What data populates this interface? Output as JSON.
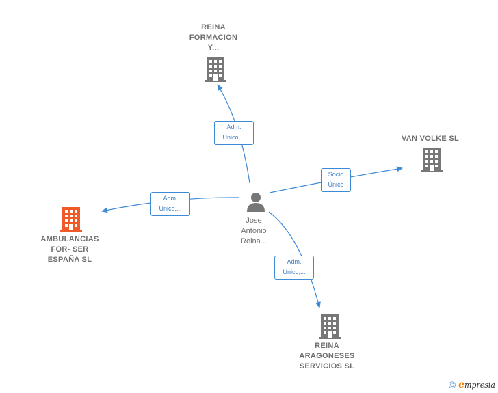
{
  "colors": {
    "edge": "#3d8ad6",
    "building_grey": "#777777",
    "building_highlight": "#f05a28",
    "person": "#777777"
  },
  "person": {
    "name": "Jose\nAntonio\nReina..."
  },
  "companies": [
    {
      "id": "reina-formacion",
      "name": "REINA\nFORMACION\nY...",
      "highlight": false
    },
    {
      "id": "van-volke",
      "name": "VAN VOLKE  SL",
      "highlight": false
    },
    {
      "id": "ambulancias",
      "name": "AMBULANCIAS\nFOR- SER\nESPAÑA  SL",
      "highlight": true
    },
    {
      "id": "reina-aragoneses",
      "name": "REINA\nARAGONESES\nSERVICIOS  SL",
      "highlight": false
    }
  ],
  "relations": [
    {
      "to": "reina-formacion",
      "label": "Adm.\nUnico,..."
    },
    {
      "to": "van-volke",
      "label": "Socio\nÚnico"
    },
    {
      "to": "ambulancias",
      "label": "Adm.\nUnico,..."
    },
    {
      "to": "reina-aragoneses",
      "label": "Adm.\nUnico,..."
    }
  ],
  "footer": {
    "copyright": "©",
    "brand_e": "e",
    "brand_rest": "mpresia"
  }
}
